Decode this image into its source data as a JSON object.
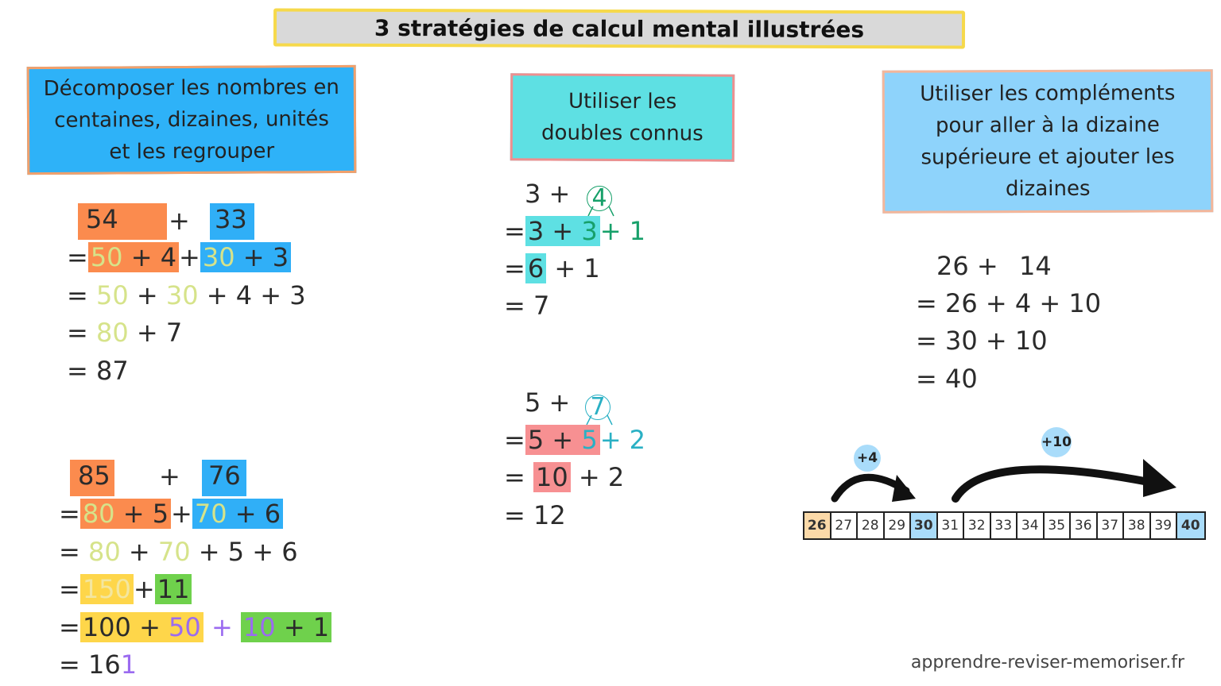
{
  "title": "3 stratégies de calcul mental illustrées",
  "strategies": [
    "Décomposer les nombres en centaines, dizaines, unités et les regrouper",
    "Utiliser les doubles connus",
    "Utiliser les compléments pour aller à la dizaine supérieure et ajouter les dizaines"
  ],
  "ex1": {
    "a": "54",
    "plus": "+",
    "b": "33",
    "r1": [
      "50",
      "+ 4",
      "+",
      "30",
      "+ 3"
    ],
    "r2": [
      "50",
      "+",
      "30",
      "+ 4 + 3"
    ],
    "r3": [
      "80",
      "+ 7"
    ],
    "r4": "87"
  },
  "ex2": {
    "a": "85",
    "plus": "+",
    "b": "76",
    "r1": [
      "80",
      "+ 5",
      "+",
      "70",
      "+ 6"
    ],
    "r2": [
      "80",
      "+",
      "70",
      "+ 5 + 6"
    ],
    "r3": [
      "150",
      "+",
      "11"
    ],
    "r4": [
      "100 +",
      "50",
      "+",
      "10",
      "+ 1"
    ],
    "r5": [
      "16",
      "1"
    ]
  },
  "ex3": {
    "a": "3 +",
    "b": "4",
    "r1": [
      "3 +",
      "3",
      "+ 1"
    ],
    "r2": [
      "6",
      "+ 1"
    ],
    "r3": "7"
  },
  "ex4": {
    "a": "5 +",
    "b": "7",
    "r1": [
      "5 +",
      "5",
      "+ 2"
    ],
    "r2": [
      "10",
      "+ 2"
    ],
    "r3": "12"
  },
  "ex5": {
    "a": "26 +",
    "b": "14",
    "r1": "26 + 4 + 10",
    "r2": "30 + 10",
    "r3": "40"
  },
  "equals": "=",
  "number_line": [
    "26",
    "27",
    "28",
    "29",
    "30",
    "31",
    "32",
    "33",
    "34",
    "35",
    "36",
    "37",
    "38",
    "39",
    "40"
  ],
  "jumps": [
    "+4",
    "+10"
  ],
  "footer": "apprendre-reviser-memoriser.fr",
  "colors": {
    "orange": "#fb8b4e",
    "blue": "#30aff7",
    "cyan": "#5ee0e3",
    "pink": "#f79092",
    "yellow": "#fed64a",
    "green": "#6fd14c"
  }
}
